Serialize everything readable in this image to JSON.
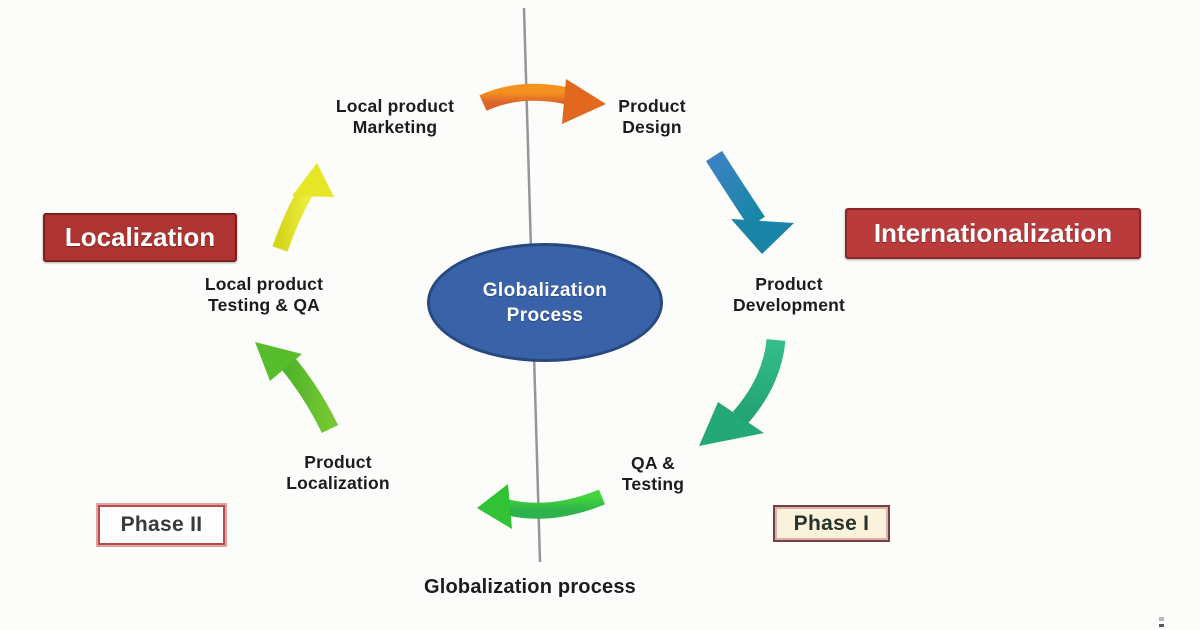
{
  "diagram": {
    "title_ellipse": {
      "line1": "Globalization",
      "line2": "Process"
    },
    "caption": "Globalization process",
    "badges": {
      "left": "Localization",
      "right": "Internationalization"
    },
    "phases": {
      "left": "Phase II",
      "right": "Phase I"
    },
    "steps": [
      {
        "id": "local-product-marketing",
        "line1": "Local product",
        "line2": "Marketing"
      },
      {
        "id": "product-design",
        "line1": "Product",
        "line2": "Design"
      },
      {
        "id": "product-development",
        "line1": "Product",
        "line2": "Development"
      },
      {
        "id": "qa-testing",
        "line1": "QA &",
        "line2": "Testing"
      },
      {
        "id": "product-localization",
        "line1": "Product",
        "line2": "Localization"
      },
      {
        "id": "local-product-testing",
        "line1": "Local product",
        "line2": "Testing & QA"
      }
    ],
    "arrows": [
      {
        "name": "marketing-to-design",
        "color": "#ED7D31"
      },
      {
        "name": "design-to-development",
        "color": "#2E7EC0"
      },
      {
        "name": "development-to-qa",
        "color": "#2CB381"
      },
      {
        "name": "qa-to-localization",
        "color": "#3BCC3B"
      },
      {
        "name": "localization-to-testing",
        "color": "#5FC22D"
      },
      {
        "name": "testing-to-marketing",
        "color": "#E4E426"
      }
    ],
    "colors": {
      "ellipse_fill": "#3A62A8",
      "ellipse_border": "#27497F",
      "badge_left_bg": "#AE3431",
      "badge_right_bg": "#B93B3C",
      "divider_line": "#969696"
    }
  }
}
